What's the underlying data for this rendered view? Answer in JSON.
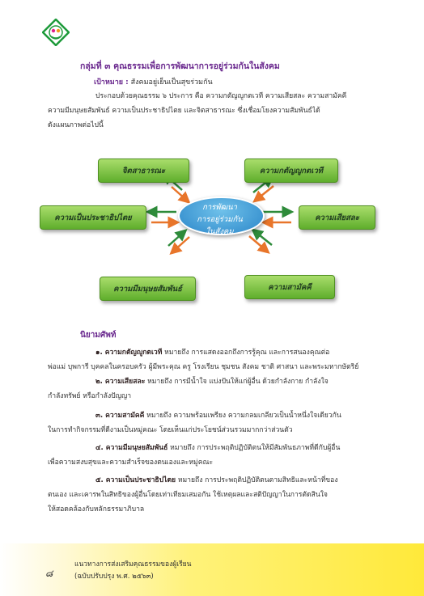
{
  "logo": {
    "icon": "school-emblem-icon",
    "color_primary": "#1d9a3a",
    "color_secondary": "#e0218a"
  },
  "title": "กลุ่มที่ ๓ คุณธรรมเพื่อการพัฒนาการอยู่ร่วมกันในสังคม",
  "goal_label": "เป้าหมาย :",
  "goal_text": "สังคมอยู่เย็นเป็นสุขร่วมกัน",
  "intro": [
    "ประกอบด้วยคุณธรรม ๖ ประการ คือ ความกตัญญูกตเวที ความเสียสละ ความสามัคคี",
    "ความมีมนุษยสัมพันธ์ ความเป็นประชาธิปไตย และจิตสาธารณะ ซึ่งเชื่อมโยงความสัมพันธ์ได้",
    "ดังแผนภาพต่อไปนี้"
  ],
  "diagram": {
    "center": [
      "การพัฒนา",
      "การอยู่ร่วมกัน",
      "ในสังคม"
    ],
    "nodes": {
      "n1": "จิตสาธารณะ",
      "n2": "ความกตัญญูกตเวที",
      "n3": "ความเป็นประชาธิปไตย",
      "n4": "ความเสียสละ",
      "n5": "ความมีมนุษยสัมพันธ์",
      "n6": "ความสามัคคี"
    },
    "colors": {
      "arrow_green": "#2e8b3a",
      "arrow_orange": "#e8752a",
      "box": "#7cc444",
      "center": "#3a98d4"
    }
  },
  "definitions_title": "นิยามศัพท์",
  "definitions": [
    {
      "term": "๑. ความกตัญญูกตเวที",
      "text": "หมายถึง การแสดงออกถึงการรู้คุณ และการสนองคุณต่อ",
      "cont": "พ่อแม่ บุพการี บุคคลในครอบครัว ผู้มีพระคุณ ครู โรงเรียน ชุมชน สังคม ชาติ ศาสนา และพระมหากษัตริย์"
    },
    {
      "term": "๒. ความเสียสละ",
      "text": "หมายถึง การมีน้ำใจ แบ่งปันให้แก่ผู้อื่น ด้วยกำลังกาย กำลังใจ",
      "cont": "กำลังทรัพย์ หรือกำลังปัญญา"
    },
    {
      "term": "๓. ความสามัคคี",
      "text": "หมายถึง ความพร้อมเพรียง ความกลมเกลียวเป็นน้ำหนึ่งใจเดียวกัน",
      "cont": "ในการทำกิจกรรมที่ดีงามเป็นหมู่คณะ โดยเห็นแก่ประโยชน์ส่วนรวมมากกว่าส่วนตัว"
    },
    {
      "term": "๔. ความมีมนุษยสัมพันธ์",
      "text": "หมายถึง การประพฤติปฏิบัติตนให้มีสัมพันธภาพที่ดีกับผู้อื่น",
      "cont": "เพื่อความสงบสุขและความสำเร็จของตนเองและหมู่คณะ"
    },
    {
      "term": "๕. ความเป็นประชาธิปไตย",
      "text": "หมายถึง การประพฤติปฏิบัติตนตามสิทธิและหน้าที่ของ",
      "cont": "ตนเอง และเคารพในสิทธิของผู้อื่นโดยเท่าเทียมเสมอกัน ใช้เหตุผลและสติปัญญาในการตัดสินใจ",
      "cont2": "ให้สอดคล้องกับหลักธรรมาภิบาล"
    }
  ],
  "footer": {
    "page_number": "๘",
    "line1": "แนวทางการส่งเสริมคุณธรรมของผู้เรียน",
    "line2": "(ฉบับปรับปรุง พ.ศ. ๒๕๖๓)",
    "band_color": "#ffe93a"
  }
}
